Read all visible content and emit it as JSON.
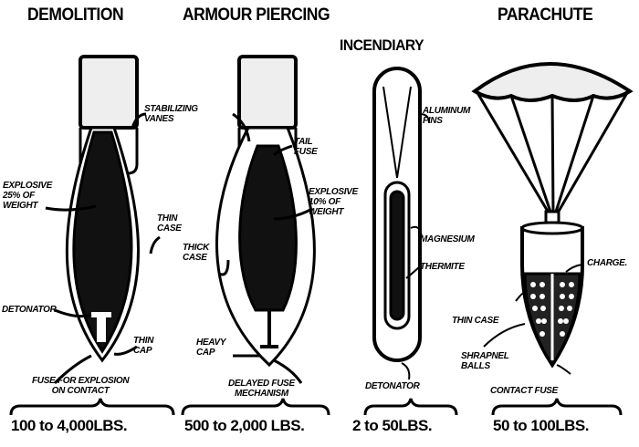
{
  "titles": {
    "demolition": "DEMOLITION",
    "armour_piercing": "ARMOUR PIERCING",
    "incendiary": "INCENDIARY",
    "parachute": "PARACHUTE"
  },
  "demolition": {
    "stabilizing_vanes": "STABILIZING\nVANES",
    "explosive": "EXPLOSIVE\n25% OF\nWEIGHT",
    "thin_case": "THIN\nCASE",
    "detonator": "DETONATOR",
    "thin_cap": "THIN\nCAP",
    "fuse": "FUSE FOR EXPLOSION\nON CONTACT",
    "weight": "100 to 4,000LBS."
  },
  "armour_piercing": {
    "tail_fuse": "TAIL\nFUSE",
    "explosive": "EXPLOSIVE\n10% OF\nWEIGHT",
    "thick_case": "THICK\nCASE",
    "heavy_cap": "HEAVY\nCAP",
    "fuse": "DELAYED FUSE\nMECHANISM",
    "weight": "500 to 2,000 LBS."
  },
  "incendiary": {
    "fins": "ALUMINUM\nFINS",
    "magnesium": "MAGNESIUM",
    "thermite": "THERMITE",
    "detonator": "DETONATOR",
    "weight": "2 to 50LBS."
  },
  "parachute": {
    "charge": "CHARGE.",
    "thin_case": "THIN CASE",
    "shrapnel": "SHRAPNEL\nBALLS",
    "fuse": "CONTACT FUSE",
    "weight": "50 to 100LBS."
  }
}
